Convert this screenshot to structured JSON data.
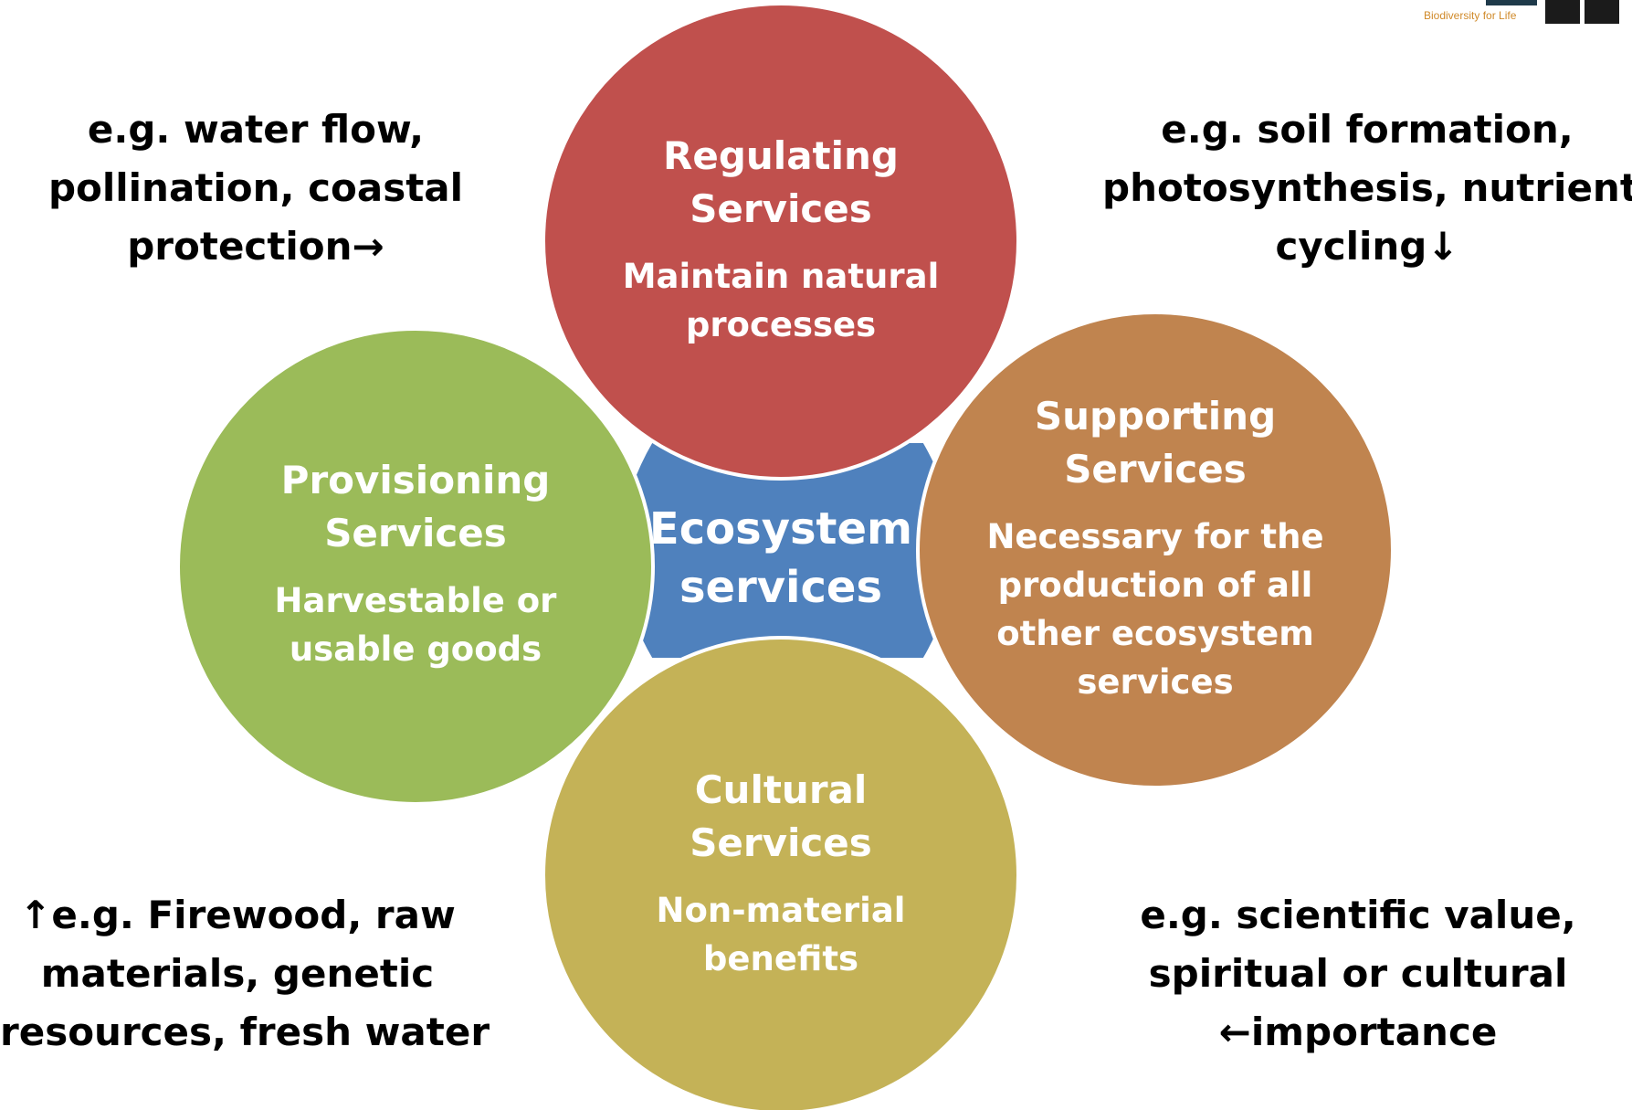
{
  "colors": {
    "center": "#4f81bd",
    "regulating": "#c0504d",
    "supporting": "#c0844f",
    "cultural": "#c4b257",
    "provisioning": "#9bbb59",
    "text_on_shape": "#ffffff",
    "outline": "#ffffff"
  },
  "center": {
    "lines": [
      "Ecosystem",
      "services"
    ]
  },
  "regulating": {
    "title_lines": [
      "Regulating",
      "Services"
    ],
    "desc_lines": [
      "Maintain natural",
      "processes"
    ]
  },
  "supporting": {
    "title_lines": [
      "Supporting",
      "Services"
    ],
    "desc_lines": [
      "Necessary for the",
      "production of all",
      "other ecosystem",
      "services"
    ]
  },
  "cultural": {
    "title_lines": [
      "Cultural",
      "Services"
    ],
    "desc_lines": [
      "Non-material",
      "benefits"
    ]
  },
  "provisioning": {
    "title_lines": [
      "Provisioning",
      "Services"
    ],
    "desc_lines": [
      "Harvestable or",
      "usable goods"
    ]
  },
  "examples": {
    "regulating": [
      "e.g. water flow,",
      "pollination, coastal",
      "protection→"
    ],
    "supporting": [
      "e.g. soil formation,",
      "photosynthesis, nutrient",
      "cycling↓"
    ],
    "provisioning": [
      "↑e.g.  Firewood, raw",
      "materials, genetic",
      "resources, fresh water"
    ],
    "cultural": [
      "e.g. scientific value,",
      "spiritual or cultural",
      "←importance"
    ]
  },
  "logo": {
    "tagline": "Biodiversity for Life"
  }
}
